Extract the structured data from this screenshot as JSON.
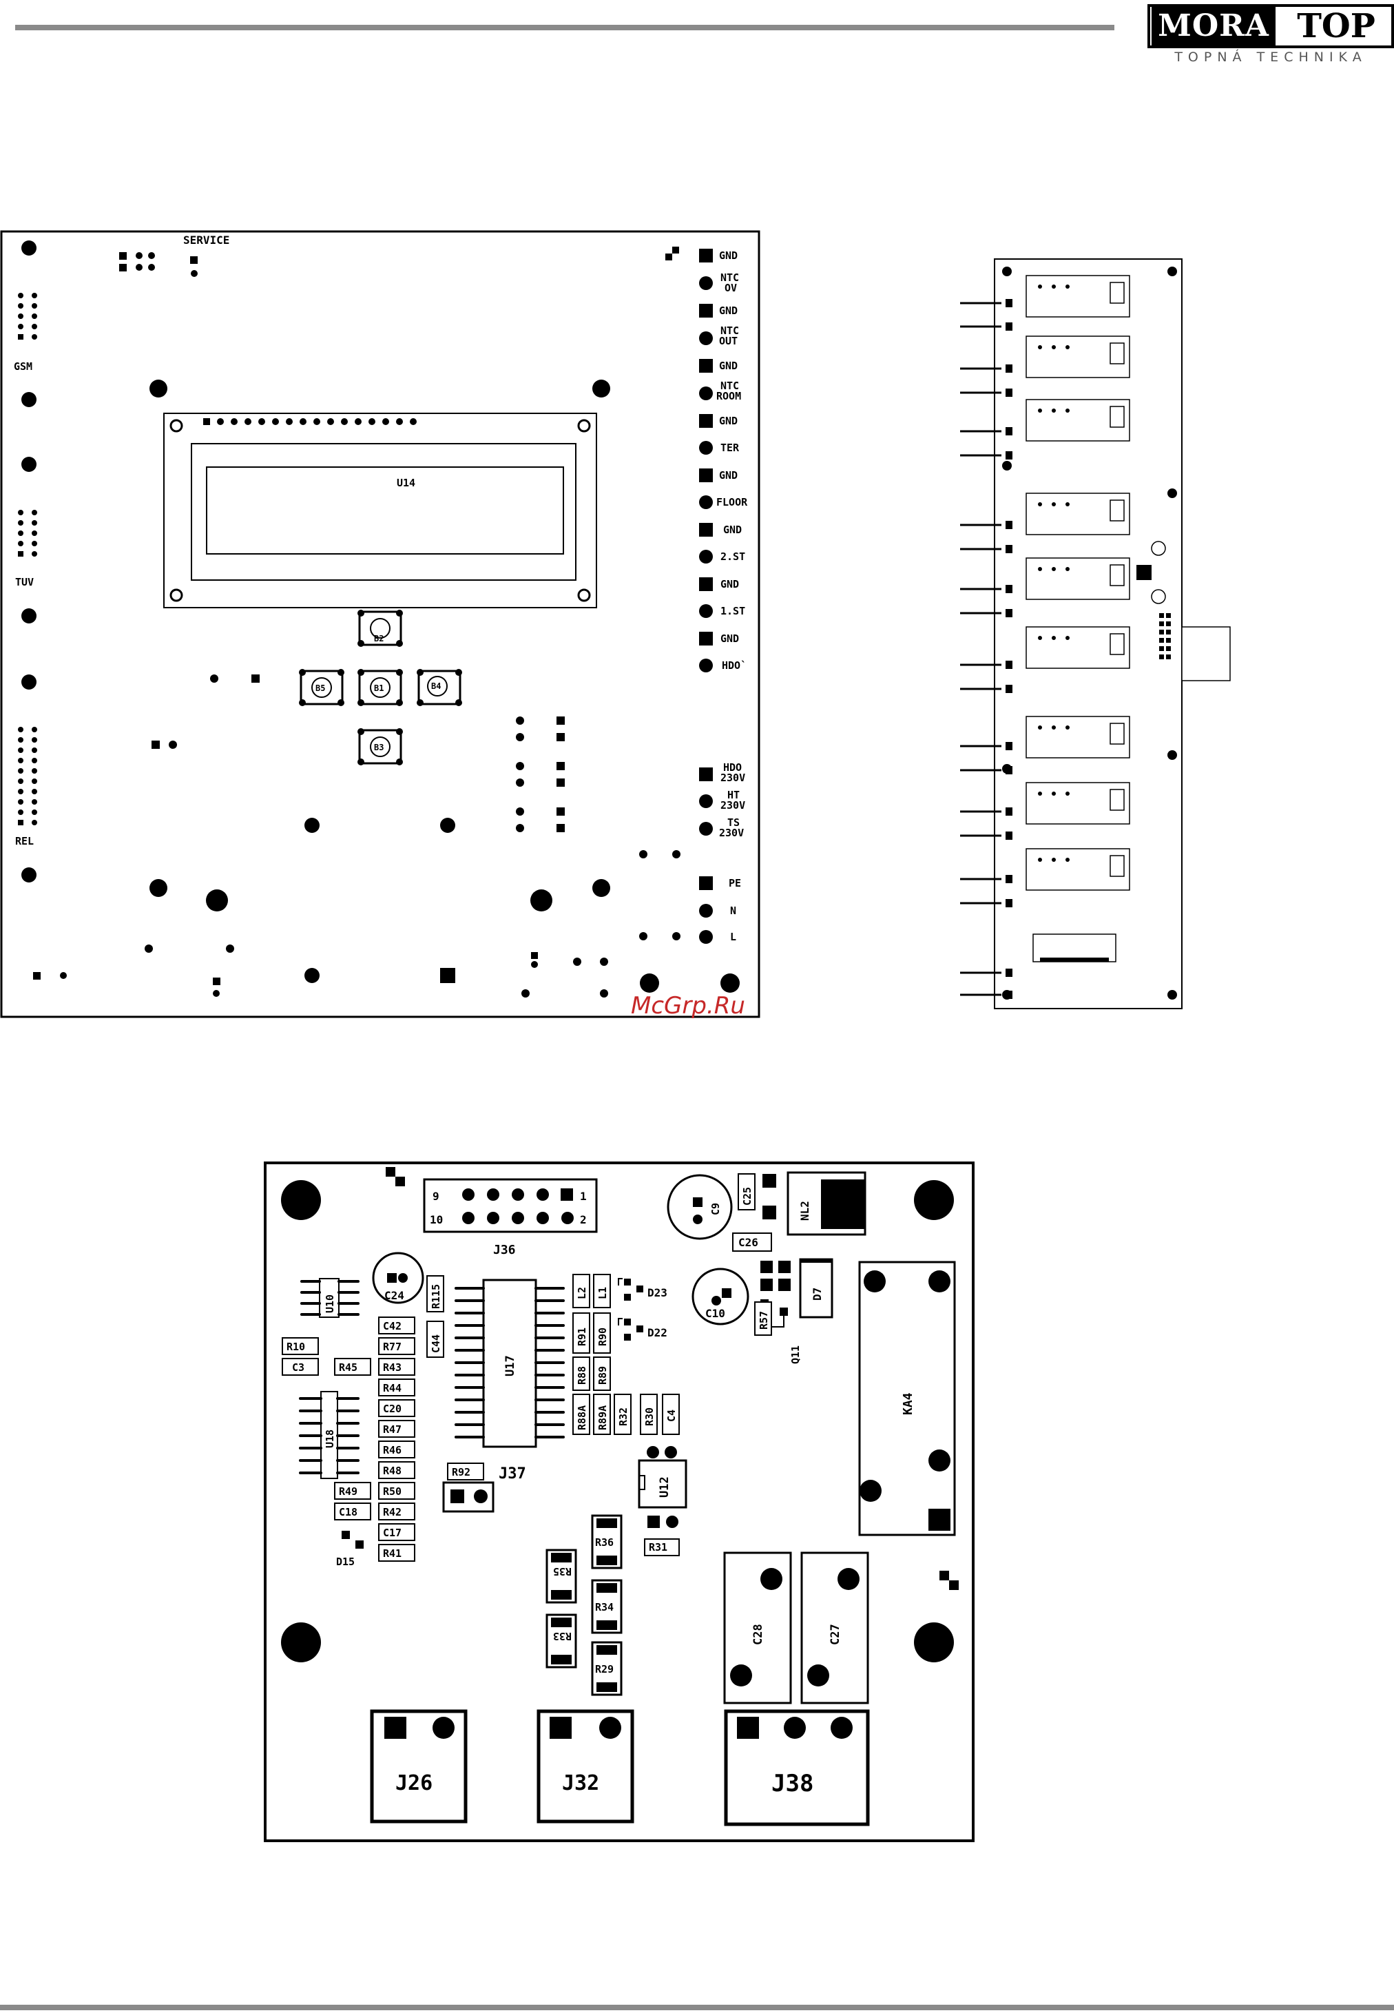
{
  "brand": {
    "logo_left": "MORA",
    "logo_right": "TOP",
    "tagline": "TOPNÁ TECHNIKA"
  },
  "watermark": "McGrp.Ru",
  "main_board": {
    "header_label": "SERVICE",
    "connector_labels": {
      "gsm": "GSM",
      "tuv": "TUV",
      "rel": "REL"
    },
    "display_label": "U14",
    "buttons": {
      "b2": "B2",
      "b1": "B1",
      "b3": "B3",
      "b4": "B4",
      "b5": "B5"
    },
    "terminals": [
      {
        "label": "GND"
      },
      {
        "label": "NTC",
        "sub": "OV"
      },
      {
        "label": "GND"
      },
      {
        "label": "NTC",
        "sub": "OUT"
      },
      {
        "label": "GND"
      },
      {
        "label": "NTC",
        "sub": "ROOM"
      },
      {
        "label": "GND"
      },
      {
        "label": "TER"
      },
      {
        "label": "GND"
      },
      {
        "label": "FLOOR"
      },
      {
        "label": "GND"
      },
      {
        "label": "2.ST"
      },
      {
        "label": "GND"
      },
      {
        "label": "1.ST"
      },
      {
        "label": "GND"
      },
      {
        "label": "HDO`"
      }
    ],
    "power_terminals": [
      {
        "label": "HDO",
        "sub": "230V"
      },
      {
        "label": "HT",
        "sub": "230V"
      },
      {
        "label": "TS",
        "sub": "230V"
      },
      {
        "label": "PE"
      },
      {
        "label": "N"
      },
      {
        "label": "L"
      }
    ]
  },
  "bottom_board": {
    "connectors": {
      "j26": "J26",
      "j32": "J32",
      "j38": "J38",
      "j36": "J36",
      "j37": "J37"
    },
    "j36_pins": {
      "p9": "9",
      "p1": "1",
      "p10": "10",
      "p2": "2"
    },
    "ics": {
      "u17": "U17",
      "u18": "U18",
      "u10": "U10",
      "u12": "U12"
    },
    "relay": "KA4",
    "transformer": "NL2",
    "diode": "D7",
    "caps": {
      "c9": "C9",
      "c10": "C10",
      "c24": "C24",
      "c25": "C25",
      "c26": "C26",
      "c27": "C27",
      "c28": "C28"
    },
    "left_parts": [
      "C42",
      "R77",
      "R43",
      "R44",
      "C20",
      "R47",
      "R46",
      "R48",
      "R50",
      "R42",
      "C17",
      "R41"
    ],
    "misc_parts": {
      "r10": "R10",
      "c3": "C3",
      "r45": "R45",
      "r49": "R49",
      "c18": "C18",
      "d15": "D15",
      "r115": "R115",
      "c44": "C44",
      "r92": "R92",
      "d23": "D23",
      "d22": "D22",
      "l2": "L2",
      "l1": "L1",
      "r91": "R91",
      "r90": "R90",
      "r88": "R88",
      "r89": "R89",
      "r88a": "R88A",
      "r89a": "R89A",
      "r32": "R32",
      "r30": "R30",
      "c4": "C4",
      "r57": "R57",
      "q11": "Q11",
      "r36": "R36",
      "r31": "R31",
      "r35": "R35",
      "r34": "R34",
      "r33": "R33",
      "r29": "R29"
    }
  }
}
